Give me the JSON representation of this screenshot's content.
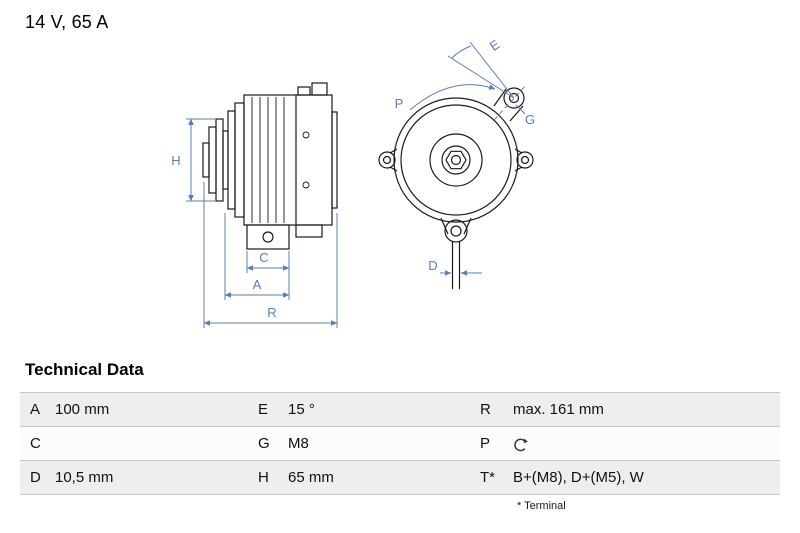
{
  "title": "14 V, 65 A",
  "section_title": "Technical Data",
  "footnote": "* Terminal",
  "diagram": {
    "dimension_color": "#5b7db1",
    "side_labels": {
      "H": "H",
      "C": "C",
      "A": "A",
      "R": "R"
    },
    "front_labels": {
      "P": "P",
      "E": "E",
      "G": "G",
      "D": "D"
    }
  },
  "table": {
    "rows": [
      {
        "c1k": "A",
        "c1v": "100 mm",
        "c2k": "E",
        "c2v": "15 °",
        "c3k": "R",
        "c3v": "max. 161 mm"
      },
      {
        "c1k": "C",
        "c1v": "",
        "c2k": "G",
        "c2v": "M8",
        "c3k": "P",
        "c3v": "",
        "c3icon": "clockwise-rotation"
      },
      {
        "c1k": "D",
        "c1v": "10,5 mm",
        "c2k": "H",
        "c2v": "65 mm",
        "c3k": "T*",
        "c3v": "B+(M8), D+(M5), W"
      }
    ]
  }
}
